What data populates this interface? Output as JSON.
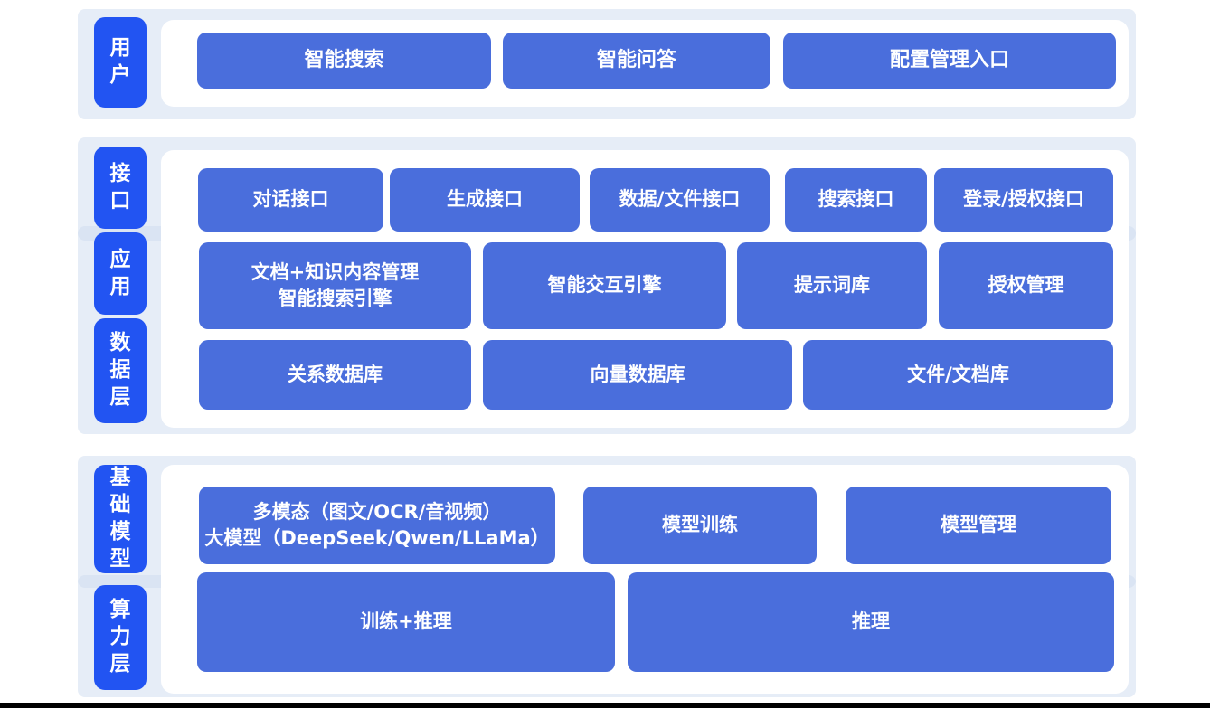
{
  "diagram": {
    "layers": [
      {
        "id": "user",
        "label": "用户"
      },
      {
        "id": "interface",
        "label": "接口"
      },
      {
        "id": "application",
        "label": "应用"
      },
      {
        "id": "data",
        "label": "数据层"
      },
      {
        "id": "base_model",
        "label": "基础模型"
      },
      {
        "id": "compute",
        "label": "算力层"
      }
    ],
    "rows": {
      "user": [
        "智能搜索",
        "智能问答",
        "配置管理入口"
      ],
      "interface": [
        "对话接口",
        "生成接口",
        "数据/文件接口",
        "搜索接口",
        "登录/授权接口"
      ],
      "application": [
        "文档+知识内容管理\n智能搜索引擎",
        "智能交互引擎",
        "提示词库",
        "授权管理"
      ],
      "data": [
        "关系数据库",
        "向量数据库",
        "文件/文档库"
      ],
      "base_model": [
        "多模态（图文/OCR/音视频）\n大模型（DeepSeek/Qwen/LLaMa）",
        "模型训练",
        "模型管理"
      ],
      "compute": [
        "训练+推理",
        "推理"
      ]
    },
    "colors": {
      "label_box": "#2254f2",
      "content_box": "#4a6edc",
      "band": "#e6edf7",
      "band_overlap": "#dae5f3",
      "panel": "#ffffff",
      "bottom_bar": "#000000"
    }
  }
}
